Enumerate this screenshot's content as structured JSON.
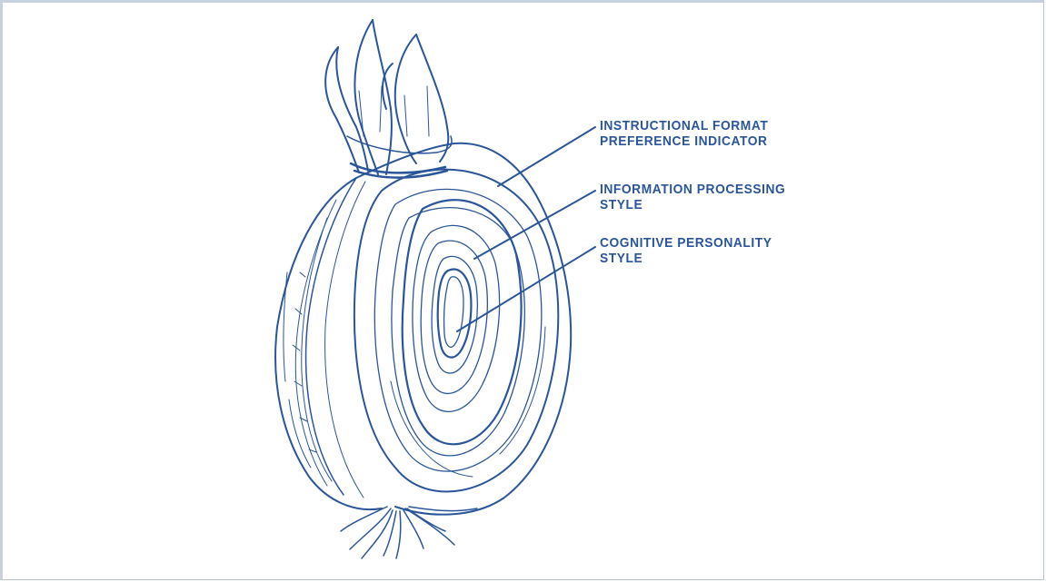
{
  "colors": {
    "ink": "#2a5699",
    "background": "#ffffff",
    "frame": "#c6d0de"
  },
  "layers": {
    "outer": {
      "line1": "INSTRUCTIONAL FORMAT",
      "line2": "PREFERENCE INDICATOR"
    },
    "middle": {
      "line1": "INFORMATION PROCESSING",
      "line2": "STYLE"
    },
    "inner": {
      "line1": "COGNITIVE PERSONALITY",
      "line2": "STYLE"
    }
  }
}
